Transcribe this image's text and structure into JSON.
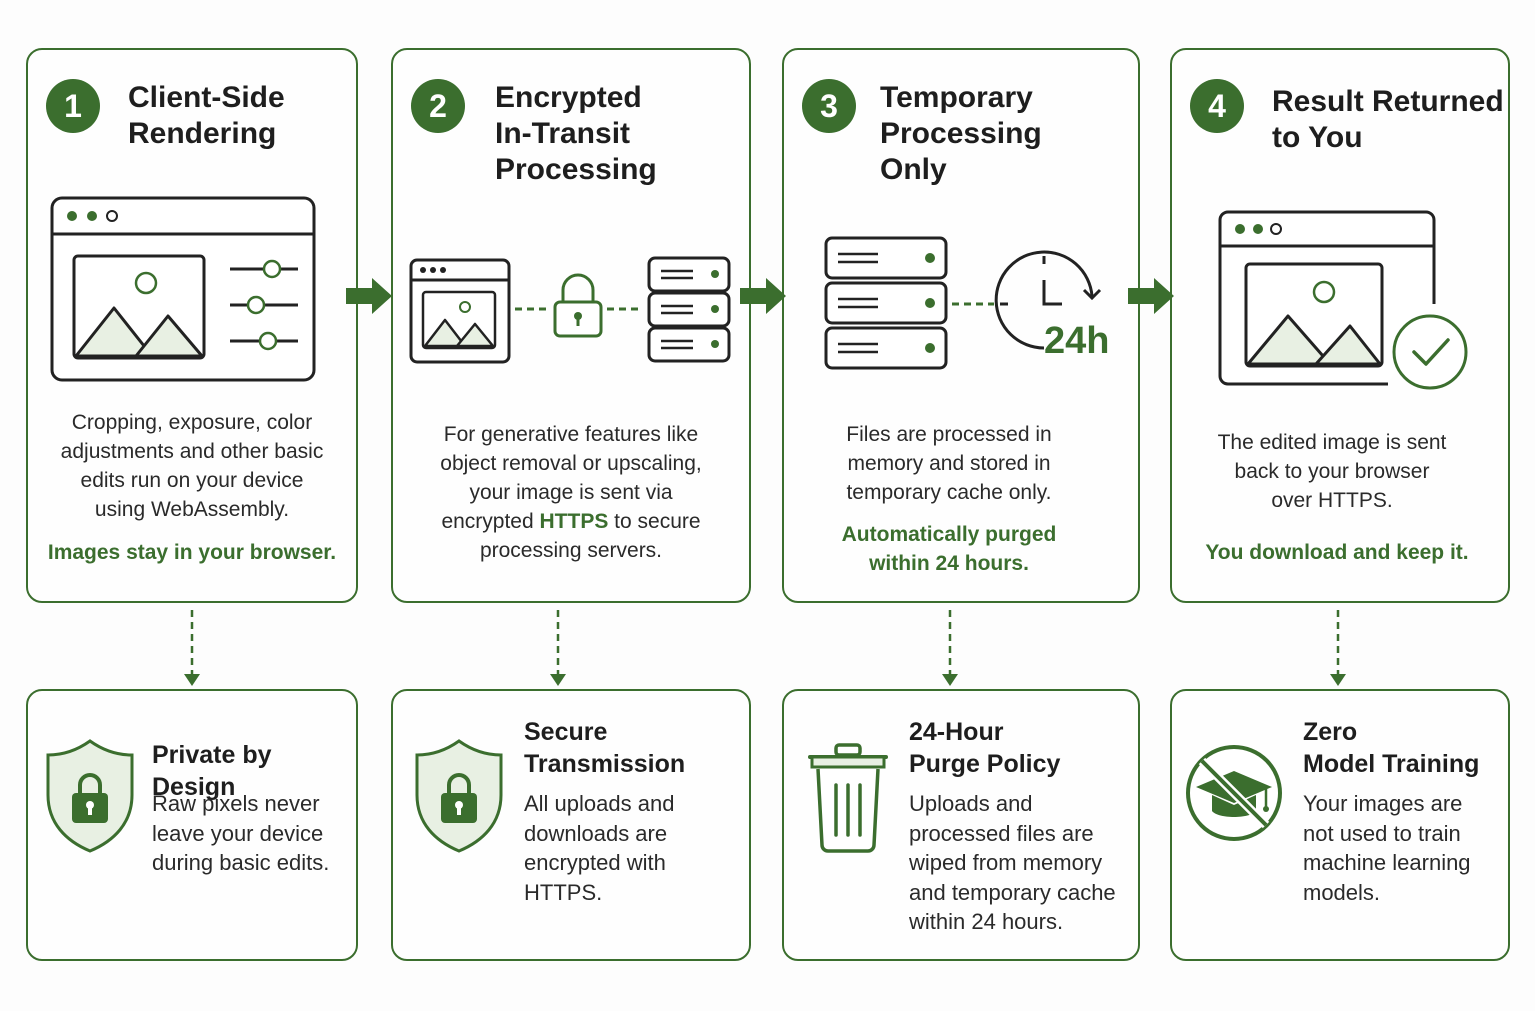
{
  "colors": {
    "accent": "#3b6e2e",
    "light_fill": "#e8f0e3"
  },
  "steps": [
    {
      "number": "1",
      "title": "Client-Side\nRendering",
      "description": "Cropping, exposure, color\nadjustments and other basic\nedits run on your device\nusing WebAssembly.",
      "highlight": "Images stay in your browser."
    },
    {
      "number": "2",
      "title": "Encrypted\nIn-Transit\nProcessing",
      "description_before": "For generative features like\nobject removal or upscaling,\nyour image is sent via\nencrypted ",
      "description_https": "HTTPS",
      "description_after": " to secure\nprocessing servers."
    },
    {
      "number": "3",
      "title": "Temporary\nProcessing\nOnly",
      "timer_label": "24h",
      "description": "Files are processed in\nmemory and stored in\ntemporary cache only.",
      "highlight": "Automatically purged\nwithin 24 hours."
    },
    {
      "number": "4",
      "title": "Result Returned\nto You",
      "description": "The edited image is sent\nback to your browser\nover HTTPS.",
      "highlight": "You download and keep it."
    }
  ],
  "benefits": [
    {
      "icon": "shield-lock-icon",
      "title": "Private by Design",
      "description": "Raw pixels never\nleave your device\nduring basic edits."
    },
    {
      "icon": "shield-lock-icon",
      "title": "Secure\nTransmission",
      "description": "All uploads and\ndownloads are\nencrypted with\nHTTPS."
    },
    {
      "icon": "trash-can-icon",
      "title": "24-Hour\nPurge Policy",
      "description": "Uploads and\nprocessed files are\nwiped from memory\nand temporary cache\nwithin 24 hours."
    },
    {
      "icon": "no-model-training-icon",
      "title": "Zero\nModel Training",
      "description": "Your images are\nnot used to train\nmachine learning\nmodels."
    }
  ]
}
